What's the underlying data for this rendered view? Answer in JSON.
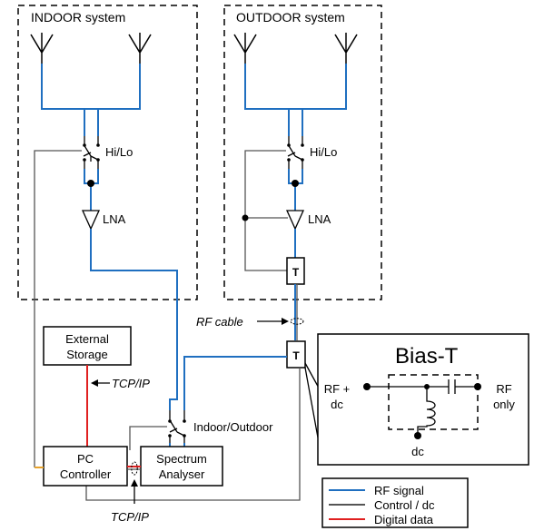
{
  "indoor": {
    "title": "INDOOR system",
    "switch_label": "Hi/Lo",
    "amp_label": "LNA"
  },
  "outdoor": {
    "title": "OUTDOOR system",
    "switch_label": "Hi/Lo",
    "amp_label": "LNA",
    "bias_t_label": "T"
  },
  "rf_cable_label": "RF cable",
  "bias_t_main_label": "T",
  "external_storage": {
    "line1": "External",
    "line2": "Storage"
  },
  "tcpip_top": "TCP/IP",
  "tcpip_bottom": "TCP/IP",
  "indoor_outdoor_switch": "Indoor/Outdoor",
  "pc_controller": {
    "line1": "PC",
    "line2": "Controller"
  },
  "spectrum_analyser": {
    "line1": "Spectrum",
    "line2": "Analyser"
  },
  "bias_t_detail": {
    "title": "Bias-T",
    "left_line1": "RF +",
    "left_line2": "dc",
    "right_line1": "RF",
    "right_line2": "only",
    "bottom": "dc"
  },
  "legend": {
    "items": [
      {
        "label": "RF signal",
        "color": "#1f6fc0"
      },
      {
        "label": "Control / dc",
        "color": "#555555"
      },
      {
        "label": "Digital data",
        "color": "#e02020"
      }
    ]
  }
}
